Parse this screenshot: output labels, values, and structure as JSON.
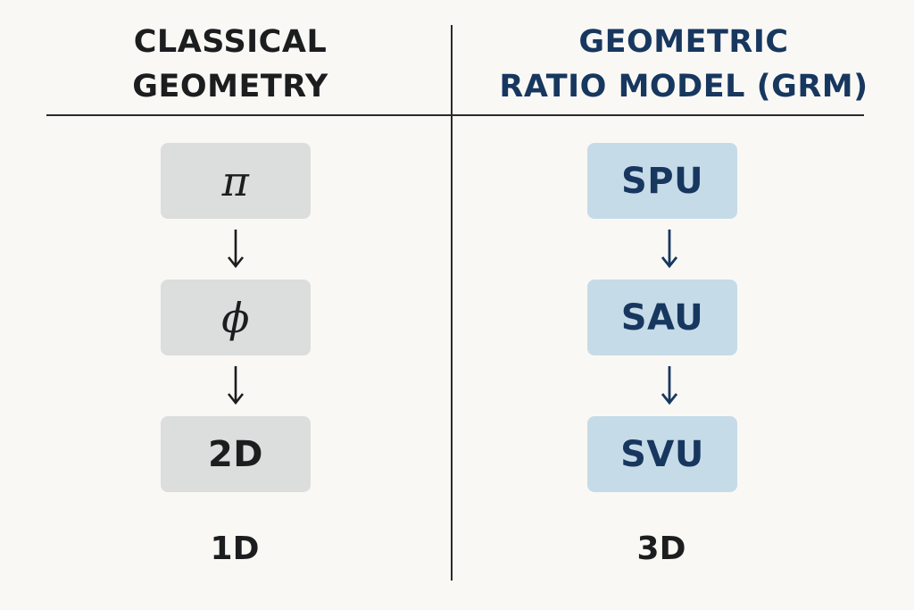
{
  "left_column": {
    "heading_line1": "CLASSICAL",
    "heading_line2": "GEOMETRY",
    "boxes": [
      "π",
      "ϕ",
      "2D"
    ],
    "footer": "1D",
    "box_color": "#dcdddd",
    "text_color": "#1c1d1f"
  },
  "right_column": {
    "heading_line1": "GEOMETRIC",
    "heading_line2": "RATIO MODEL (GRM)",
    "boxes": [
      "SPU",
      "SAU",
      "SVU"
    ],
    "footer": "3D",
    "box_color": "#c6dbe8",
    "text_color": "#17375f"
  },
  "icons": {
    "flow_arrow": "arrow-down-icon"
  }
}
